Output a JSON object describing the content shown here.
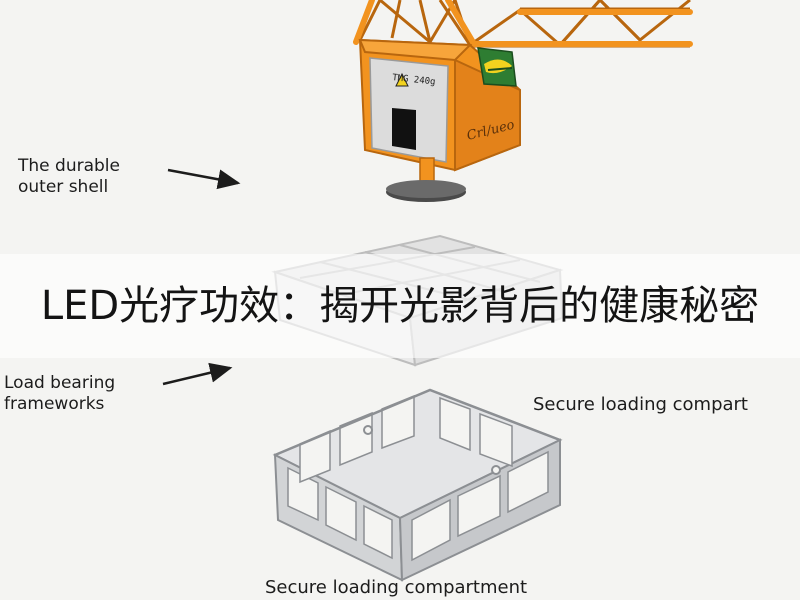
{
  "colors": {
    "crane_orange": "#f2931f",
    "crane_edge": "#b8660e",
    "panel_grey": "#dcdcdc",
    "frame_grey": "#d2d4d6",
    "text": "#1c1c1c"
  },
  "labels": {
    "outer_shell": "The durable outer shell",
    "load_frame": "Load bearing frameworks",
    "secure_top": "Secure loading compart",
    "secure_bottom": "Secure loading compartment"
  },
  "headline": "LED光疗功效：揭开光影背后的健康秘密",
  "device": {
    "plate_text": "Crl/ueo",
    "spec_text": "TMG 240g"
  }
}
